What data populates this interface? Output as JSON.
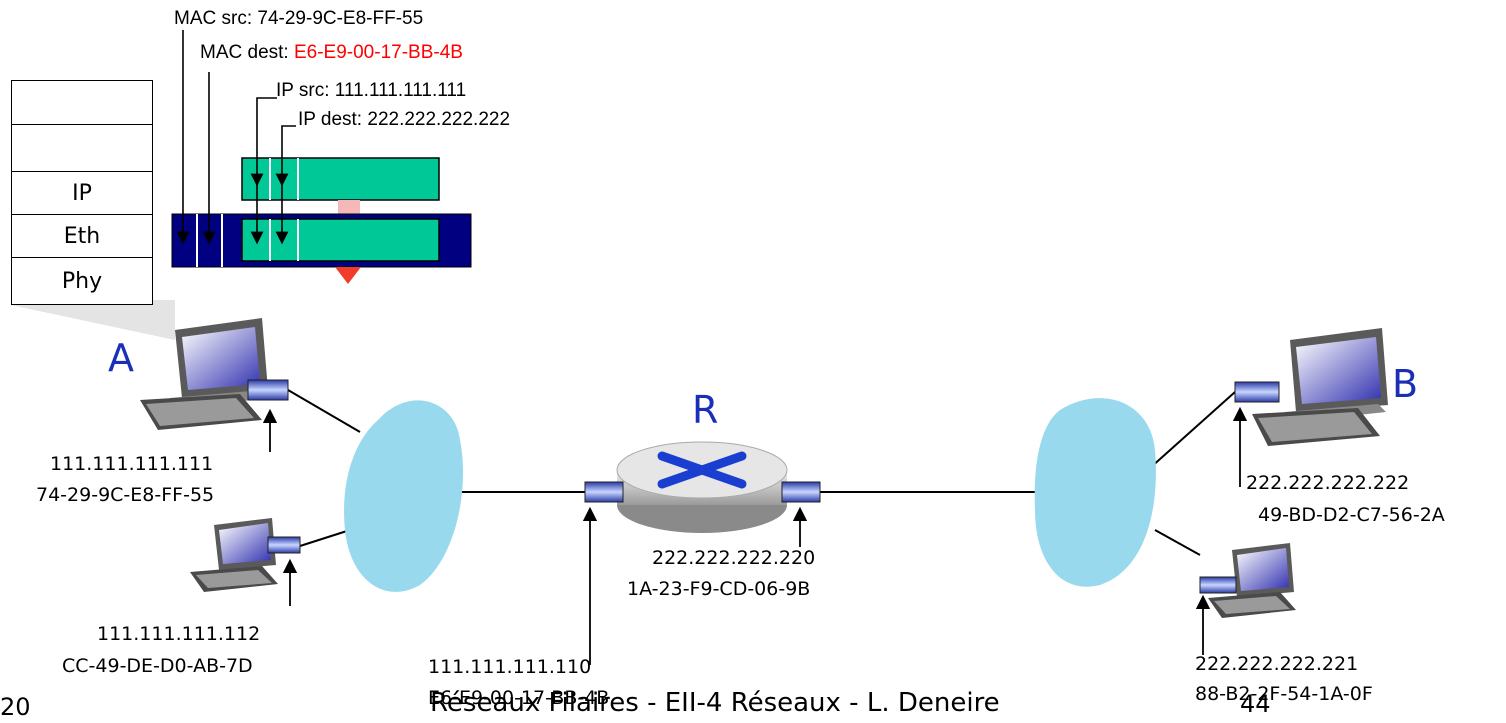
{
  "header_fields": {
    "mac_src_label": "MAC src:",
    "mac_src_value": "74-29-9C-E8-FF-55",
    "mac_dest_label": "MAC dest:",
    "mac_dest_value": "E6-E9-00-17-BB-4B",
    "ip_src_label": "IP src:",
    "ip_src_value": "111.111.111.111",
    "ip_dest_label": "IP dest:",
    "ip_dest_value": "222.222.222.222"
  },
  "protocol_stack": [
    "",
    "",
    "IP",
    "Eth",
    "Phy"
  ],
  "nodes": {
    "A": {
      "label": "A",
      "ip": "111.111.111.111",
      "mac": "74-29-9C-E8-FF-55"
    },
    "A2": {
      "ip": "111.111.111.112",
      "mac": "CC-49-DE-D0-AB-7D"
    },
    "R": {
      "label": "R",
      "left_ip": "111.111.111.110",
      "left_mac": "E6-E9-00-17-BB-4B",
      "right_ip": "222.222.222.220",
      "right_mac": "1A-23-F9-CD-06-9B"
    },
    "B": {
      "label": "B",
      "ip": "222.222.222.222",
      "mac": "49-BD-D2-C7-56-2A"
    },
    "B2": {
      "ip": "222.222.222.221",
      "mac": "88-B2-2F-54-1A-0F"
    }
  },
  "footer": {
    "left": "20",
    "title": "Réseaux Filaires - EII-4 Réseaux - L. Deneire",
    "page": "44"
  },
  "colors": {
    "accent_red": "#ff0000",
    "frame_blue": "#000080",
    "packet_green": "#00c896",
    "cloud": "#99d9ee",
    "label_blue": "#1a2fb8"
  }
}
